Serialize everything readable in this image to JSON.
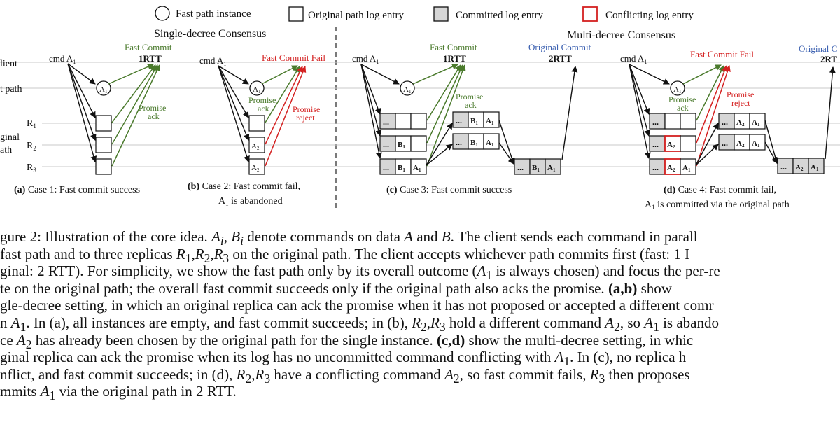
{
  "legend": {
    "fast_path_instance": "Fast path instance",
    "original_log_entry": "Original path log entry",
    "committed_log_entry": "Committed log entry",
    "conflicting_log_entry": "Conflicting log entry"
  },
  "section_titles": {
    "single": "Single-decree Consensus",
    "multi": "Multi-decree Consensus"
  },
  "row_labels": {
    "client": "lient",
    "fast_path": "t path",
    "r1": "R",
    "r2": "R",
    "r3": "R",
    "orig_a": "ginal",
    "orig_b": "ath"
  },
  "panels": {
    "a": {
      "cmd": "cmd A",
      "fast_commit": "Fast Commit",
      "rtt": "1RTT",
      "promise_ack": [
        "Promise",
        "ack"
      ],
      "caption_letter": "(a)",
      "caption": " Case 1: Fast commit success"
    },
    "b": {
      "cmd": "cmd A",
      "fast_commit_fail": "Fast Commit Fail",
      "promise_ack": [
        "Promise",
        "ack"
      ],
      "promise_reject": [
        "Promise",
        "reject"
      ],
      "cell": "A",
      "caption_letter": "(b)",
      "caption_line1": " Case 2: Fast commit fail,",
      "caption_line2": "A",
      "caption_line2_rest": " is abandoned"
    },
    "c": {
      "cmd": "cmd A",
      "fast_commit": "Fast Commit",
      "rtt1": "1RTT",
      "original_commit": "Original Commit",
      "rtt2": "2RTT",
      "promise_ack": [
        "Promise",
        "ack"
      ],
      "dots": "...",
      "cell_b": "B",
      "cell_a": "A",
      "caption_letter": "(c)",
      "caption": " Case 3: Fast commit success"
    },
    "d": {
      "cmd": "cmd A",
      "fast_commit_fail": "Fast Commit Fail",
      "original_commit": "Original C",
      "rtt2": "2RT",
      "promise_ack": [
        "Promise",
        "ack"
      ],
      "promise_reject": [
        "Promise",
        "reject"
      ],
      "dots": "...",
      "cell_a": "A",
      "caption_letter": "(d)",
      "caption_line1": " Case 4: Fast commit fail,",
      "caption_line2": "A",
      "caption_line2_rest": " is committed via the original path"
    }
  },
  "fast_instance_label": "A",
  "colors": {
    "fast": "#4a7a2c",
    "fail": "#d42020",
    "original_commit": "#3a5fb0",
    "committed_fill": "#d6d6d6",
    "conflict_border": "#d42020",
    "guideline": "#c8c8c8"
  },
  "caption_lines": [
    "gure 2: Illustration of the core idea. <i>A<sub>i</sub></i>, <i>B<sub>i</sub></i> denote commands on data <i>A</i> and <i>B</i>. The client sends each command in parall",
    "fast path and to three replicas <i>R</i><sub>1</sub>,<i>R</i><sub>2</sub>,<i>R</i><sub>3</sub> on the original path. The client accepts whichever path commits first (fast: 1 I",
    "ginal: 2 RTT). For simplicity, we show the fast path only by its overall outcome (<i>A</i><sub>1</sub> is always chosen) and focus the per-re",
    "te on the original path; the overall fast commit succeeds only if the original path also acks the promise. <b>(a,b)</b> show",
    "gle-decree setting, in which an original replica can ack the promise when it has not proposed or accepted a different comr",
    "n <i>A</i><sub>1</sub>. In (a), all instances are empty, and fast commit succeeds; in (b), <i>R</i><sub>2</sub>,<i>R</i><sub>3</sub> hold a different command <i>A</i><sub>2</sub>, so <i>A</i><sub>1</sub> is abando",
    "ce <i>A</i><sub>2</sub> has already been chosen by the original path for the single instance. <b>(c,d)</b> show the multi-decree setting, in whic",
    "ginal replica can ack the promise when its log has no uncommitted command conflicting with <i>A</i><sub>1</sub>. In (c), no replica h",
    "nflict, and fast commit succeeds; in (d), <i>R</i><sub>2</sub>,<i>R</i><sub>3</sub> have a conflicting command <i>A</i><sub>2</sub>, so fast commit fails, <i>R</i><sub>3</sub> then proposes",
    "mmits <i>A</i><sub>1</sub> via the original path in 2 RTT."
  ]
}
